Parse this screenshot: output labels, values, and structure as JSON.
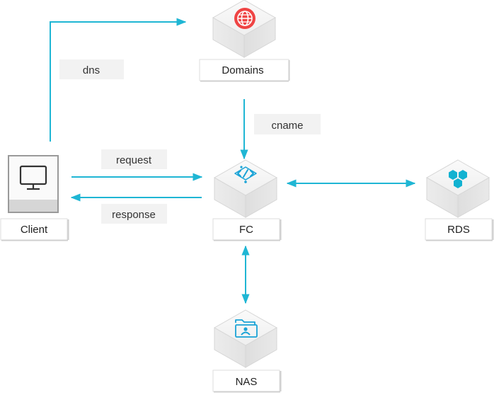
{
  "nodes": {
    "client": {
      "label": "Client"
    },
    "domains": {
      "label": "Domains"
    },
    "fc": {
      "label": "FC"
    },
    "rds": {
      "label": "RDS"
    },
    "nas": {
      "label": "NAS"
    }
  },
  "edges": {
    "dns": {
      "label": "dns"
    },
    "cname": {
      "label": "cname"
    },
    "request": {
      "label": "request"
    },
    "response": {
      "label": "response"
    }
  },
  "icons": {
    "domains": "globe-icon",
    "fc": "function-compute-icon",
    "rds": "database-hexagon-icon",
    "nas": "folder-share-icon",
    "client": "monitor-icon"
  },
  "colors": {
    "connector": "#1fb6d4",
    "globe": "#ef4444",
    "fc_icon": "#1aa3d6",
    "rds_icon": "#12b2d1",
    "nas_icon": "#1aa3d6",
    "box_face": "#f4f4f4",
    "box_side": "#e6e6e6",
    "box_stroke": "#d8d8d8",
    "label_bg": "#f2f2f2"
  }
}
